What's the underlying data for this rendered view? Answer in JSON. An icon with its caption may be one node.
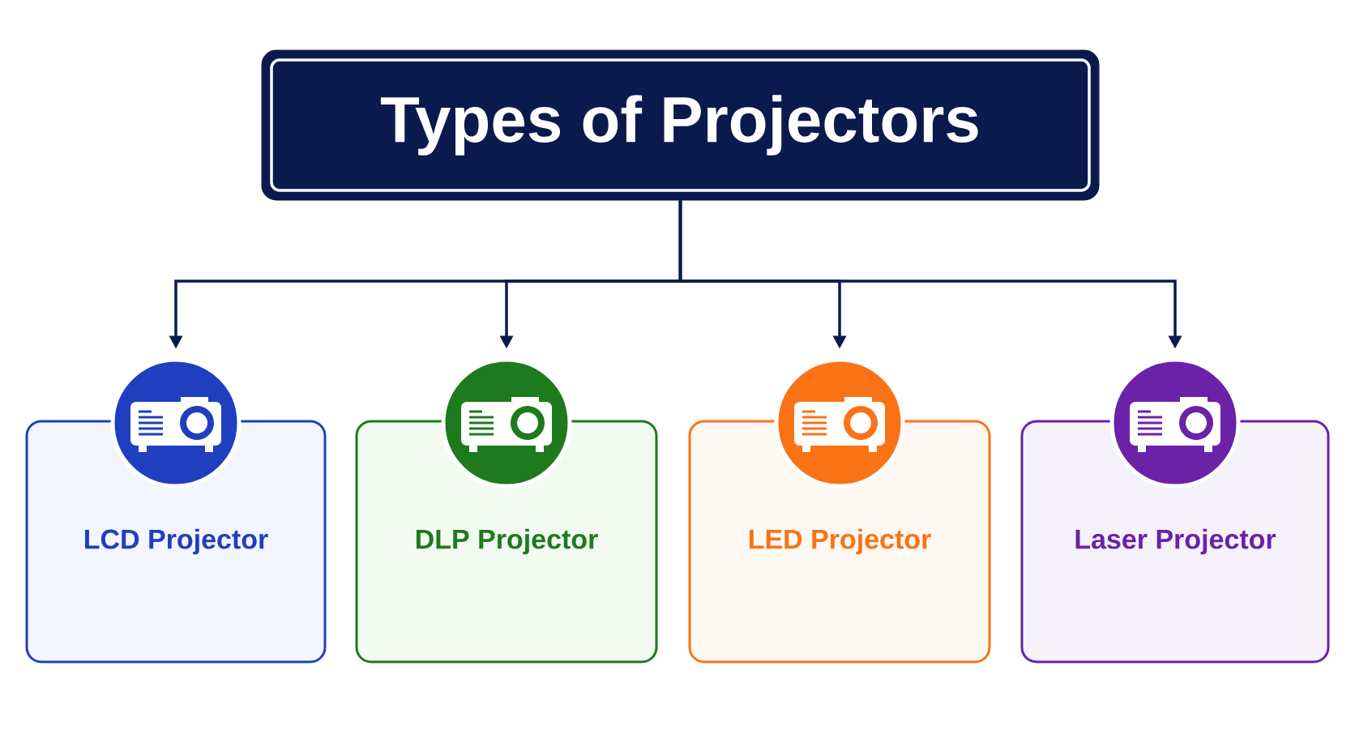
{
  "diagram": {
    "nodes": [
      {
        "text": [
          "Types of Projectors"
        ]
      },
      {
        "text": [
          "LCD Projector"
        ]
      },
      {
        "text": [
          "DLP Projector"
        ]
      },
      {
        "text": [
          "LED Projector"
        ]
      },
      {
        "text": [
          "Laser Projector"
        ]
      }
    ],
    "edges": [
      {
        "from": 0,
        "to": 1,
        "arrow": "to"
      },
      {
        "from": 0,
        "to": 2,
        "arrow": "to"
      },
      {
        "from": 0,
        "to": 3,
        "arrow": "to"
      },
      {
        "from": 0,
        "to": 4,
        "arrow": "to"
      }
    ]
  }
}
